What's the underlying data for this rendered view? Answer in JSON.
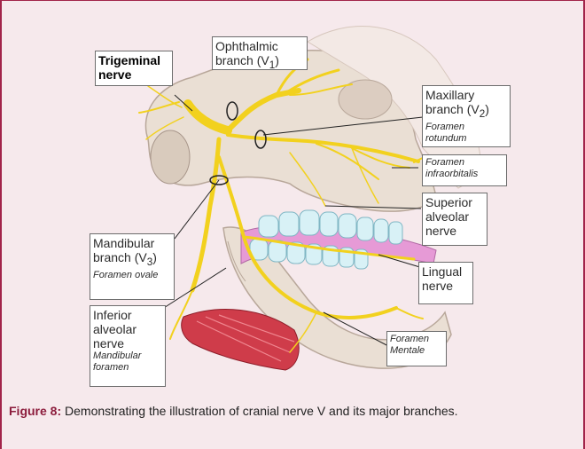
{
  "labels": {
    "trigeminal": "Trigeminal nerve",
    "ophthalmic": "Ophthalmic branch (V",
    "ophthalmic_sub": "1",
    "maxillary": "Maxillary branch (V",
    "maxillary_sub": "2",
    "maxillary_foramen": "Foramen rotundum",
    "infraorbitalis": "Foramen infraorbitalis",
    "superior_alveolar": "Superior alveolar nerve",
    "mandibular": "Mandibular branch (V",
    "mandibular_sub": "3",
    "mandibular_foramen": "Foramen ovale",
    "lingual": "Lingual nerve",
    "inferior_alveolar": "Inferior alveolar nerve",
    "inferior_foramen": "Mandibular foramen",
    "mentale": "Foramen Mentale"
  },
  "caption": {
    "label": "Figure 8:",
    "text": " Demonstrating the illustration of cranial nerve V and its major branches."
  },
  "colors": {
    "border": "#a2244a",
    "background": "#f6e9ec",
    "nerve": "#f2d11e",
    "bone": "#eadfd4",
    "teeth": "#d8f1f6",
    "gum": "#e69ad6",
    "muscle": "#cf3c4a"
  }
}
